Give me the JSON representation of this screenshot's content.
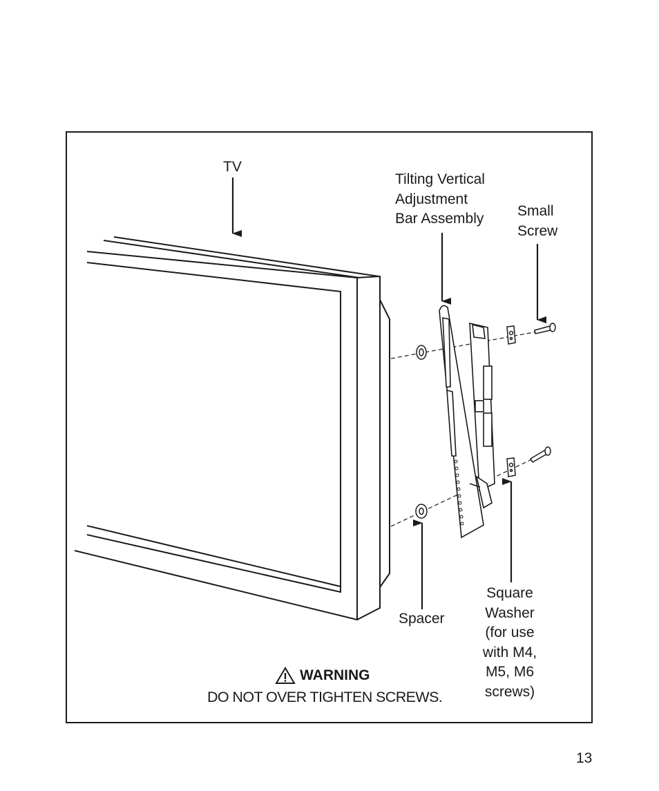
{
  "labels": {
    "tv": "TV",
    "bar_assembly": [
      "Tilting Vertical",
      "Adjustment",
      "Bar Assembly"
    ],
    "small_screw": [
      "Small",
      "Screw"
    ],
    "spacer": "Spacer",
    "square_washer": [
      "Square",
      "Washer",
      "(for use",
      "with M4,",
      "M5, M6",
      " screws)"
    ]
  },
  "warning": {
    "heading": "WARNING",
    "text": "DO NOT OVER TIGHTEN SCREWS.",
    "icon": "warning-triangle-icon"
  },
  "page_number": "13"
}
